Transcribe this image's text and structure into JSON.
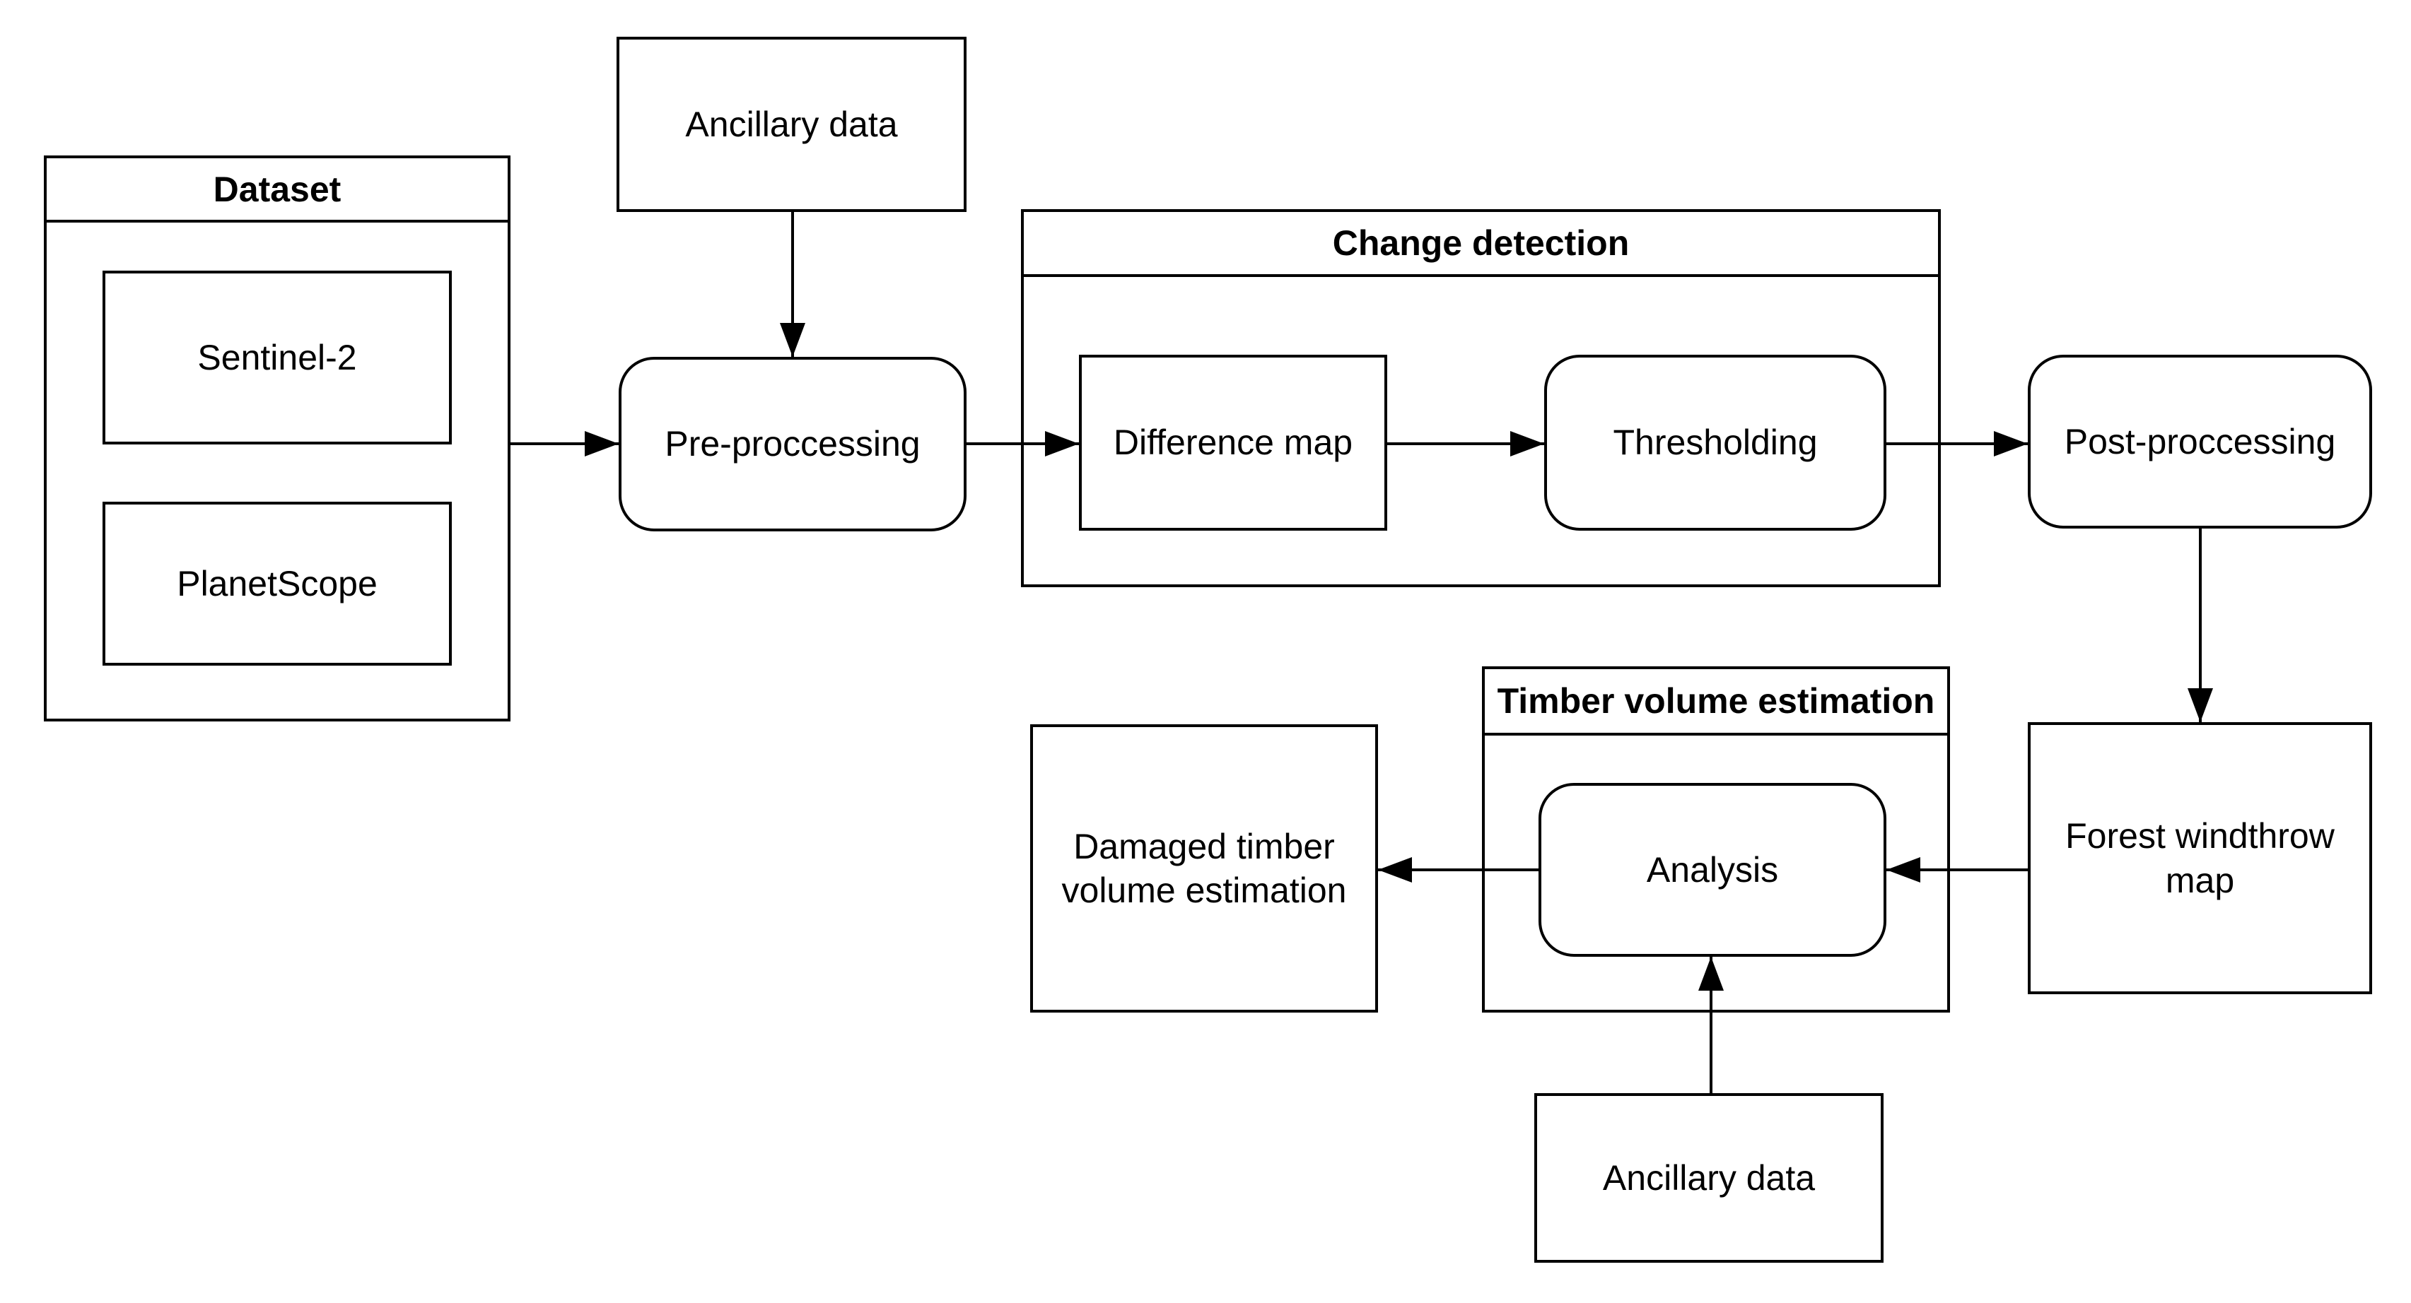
{
  "diagram": {
    "background_color": "#ffffff",
    "stroke_color": "#000000",
    "groups": {
      "dataset": {
        "title": "Dataset"
      },
      "change_detection": {
        "title": "Change detection"
      },
      "timber_volume_estimation": {
        "title": "Timber volume estimation"
      }
    },
    "nodes": {
      "sentinel2": {
        "label": "Sentinel-2",
        "shape": "rectangle"
      },
      "planetscope": {
        "label": "PlanetScope",
        "shape": "rectangle"
      },
      "ancillary_data_top": {
        "label": "Ancillary data",
        "shape": "rectangle"
      },
      "pre_processing": {
        "label": "Pre-proccessing",
        "shape": "rounded"
      },
      "difference_map": {
        "label": "Difference map",
        "shape": "rectangle"
      },
      "thresholding": {
        "label": "Thresholding",
        "shape": "rounded"
      },
      "post_processing": {
        "label": "Post-proccessing",
        "shape": "rounded"
      },
      "forest_windthrow_map": {
        "label": "Forest windthrow map",
        "shape": "rectangle"
      },
      "analysis": {
        "label": "Analysis",
        "shape": "rounded"
      },
      "damaged_timber_volume_estimation": {
        "label": "Damaged timber volume estimation",
        "shape": "rectangle"
      },
      "ancillary_data_bottom": {
        "label": "Ancillary data",
        "shape": "rectangle"
      }
    },
    "edges": [
      {
        "from": "dataset",
        "to": "pre_processing"
      },
      {
        "from": "ancillary_data_top",
        "to": "pre_processing"
      },
      {
        "from": "pre_processing",
        "to": "difference_map"
      },
      {
        "from": "difference_map",
        "to": "thresholding"
      },
      {
        "from": "thresholding",
        "to": "post_processing"
      },
      {
        "from": "post_processing",
        "to": "forest_windthrow_map"
      },
      {
        "from": "forest_windthrow_map",
        "to": "analysis"
      },
      {
        "from": "analysis",
        "to": "damaged_timber_volume_estimation"
      },
      {
        "from": "ancillary_data_bottom",
        "to": "analysis"
      }
    ]
  }
}
